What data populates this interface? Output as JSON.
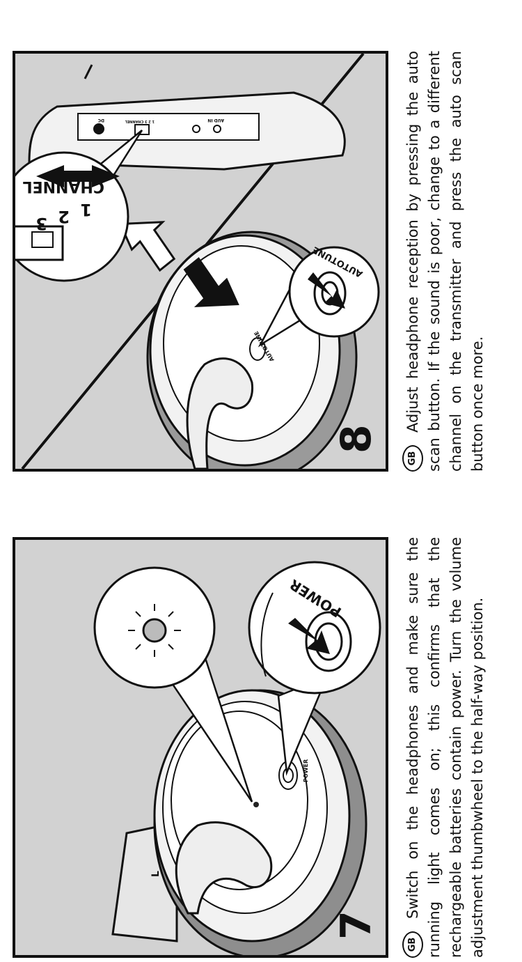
{
  "panels": [
    {
      "step_number": "7",
      "labels": {
        "power": "POWER",
        "power_small": "POWER",
        "side_l": "L"
      }
    },
    {
      "step_number": "8",
      "labels": {
        "autotune": "AUTOTUNE",
        "autotune_small": "AUTOTUNE",
        "channel": "CHANNEL",
        "channel_nums": [
          "1",
          "2",
          "3"
        ],
        "transmitter_channel": "1 2 3 CHANNEL",
        "audio_in": "AUD IN",
        "dc_in": "DC"
      }
    }
  ],
  "captions": [
    {
      "badge": "GB",
      "text": "Switch on the headphones and make sure the running light comes on; this confirms that the rechargeable batteries contain power. Turn the volume adjustment thumbwheel to the half-way position."
    },
    {
      "badge": "GB",
      "text": "Adjust headphone reception by pressing the auto scan button. If the sound is poor, change to a different channel on the transmitter and press the auto scan button once more."
    }
  ]
}
